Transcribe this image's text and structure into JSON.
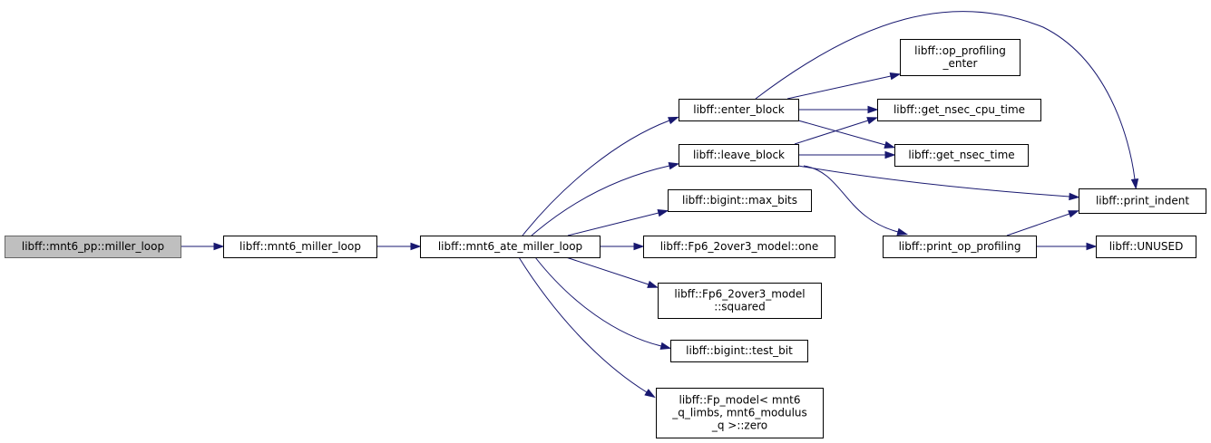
{
  "nodes": {
    "root": {
      "lines": [
        "libff::mnt6_pp::miller_loop"
      ]
    },
    "mnt6_miller_loop": {
      "lines": [
        "libff::mnt6_miller_loop"
      ]
    },
    "mnt6_ate_miller_loop": {
      "lines": [
        "libff::mnt6_ate_miller_loop"
      ]
    },
    "enter_block": {
      "lines": [
        "libff::enter_block"
      ]
    },
    "leave_block": {
      "lines": [
        "libff::leave_block"
      ]
    },
    "max_bits": {
      "lines": [
        "libff::bigint::max_bits"
      ]
    },
    "fp6_one": {
      "lines": [
        "libff::Fp6_2over3_model::one"
      ]
    },
    "fp6_squared": {
      "lines": [
        "libff::Fp6_2over3_model",
        "::squared"
      ]
    },
    "test_bit": {
      "lines": [
        "libff::bigint::test_bit"
      ]
    },
    "fp_zero": {
      "lines": [
        "libff::Fp_model< mnt6",
        "_q_limbs, mnt6_modulus",
        "_q >::zero"
      ]
    },
    "op_profiling_enter": {
      "lines": [
        "libff::op_profiling",
        "_enter"
      ]
    },
    "get_nsec_cpu_time": {
      "lines": [
        "libff::get_nsec_cpu_time"
      ]
    },
    "get_nsec_time": {
      "lines": [
        "libff::get_nsec_time"
      ]
    },
    "print_op_profiling": {
      "lines": [
        "libff::print_op_profiling"
      ]
    },
    "print_indent": {
      "lines": [
        "libff::print_indent"
      ]
    },
    "unused": {
      "lines": [
        "libff::UNUSED"
      ]
    }
  },
  "edges": [
    [
      "root",
      "mnt6_miller_loop"
    ],
    [
      "mnt6_miller_loop",
      "mnt6_ate_miller_loop"
    ],
    [
      "mnt6_ate_miller_loop",
      "enter_block"
    ],
    [
      "mnt6_ate_miller_loop",
      "leave_block"
    ],
    [
      "mnt6_ate_miller_loop",
      "max_bits"
    ],
    [
      "mnt6_ate_miller_loop",
      "fp6_one"
    ],
    [
      "mnt6_ate_miller_loop",
      "fp6_squared"
    ],
    [
      "mnt6_ate_miller_loop",
      "test_bit"
    ],
    [
      "mnt6_ate_miller_loop",
      "fp_zero"
    ],
    [
      "enter_block",
      "op_profiling_enter"
    ],
    [
      "enter_block",
      "get_nsec_cpu_time"
    ],
    [
      "enter_block",
      "get_nsec_time"
    ],
    [
      "enter_block",
      "print_indent"
    ],
    [
      "leave_block",
      "get_nsec_cpu_time"
    ],
    [
      "leave_block",
      "get_nsec_time"
    ],
    [
      "leave_block",
      "print_indent"
    ],
    [
      "leave_block",
      "print_op_profiling"
    ],
    [
      "print_op_profiling",
      "print_indent"
    ],
    [
      "print_op_profiling",
      "unused"
    ]
  ],
  "colors": {
    "edge": "#191970",
    "root_fill": "#bfbfbf",
    "root_border": "#666666",
    "node_border": "#000000"
  }
}
